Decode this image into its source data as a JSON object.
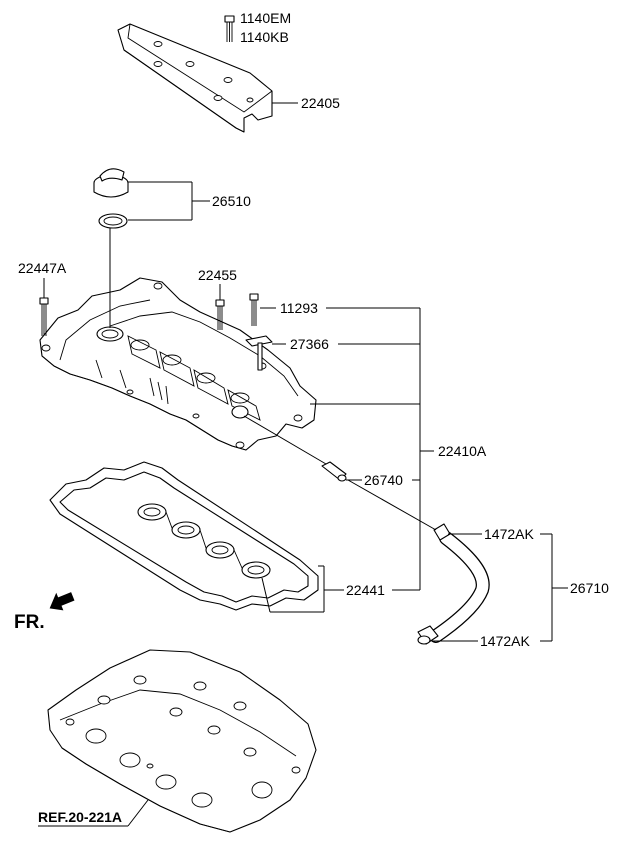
{
  "labels": {
    "bolt_cover_1": "1140EM",
    "bolt_cover_2": "1140KB",
    "engine_cover": "22405",
    "oil_cap_set": "26510",
    "bolt_left": "22447A",
    "bolt_center": "22455",
    "bolt_right": "11293",
    "bracket": "27366",
    "rocker_cover_assy": "22410A",
    "pcv_valve": "26740",
    "clamp_top": "1472AK",
    "clamp_bottom": "1472AK",
    "hose_assy": "26710",
    "gasket": "22441",
    "front_marker": "FR.",
    "reference": "REF.20-221A"
  }
}
